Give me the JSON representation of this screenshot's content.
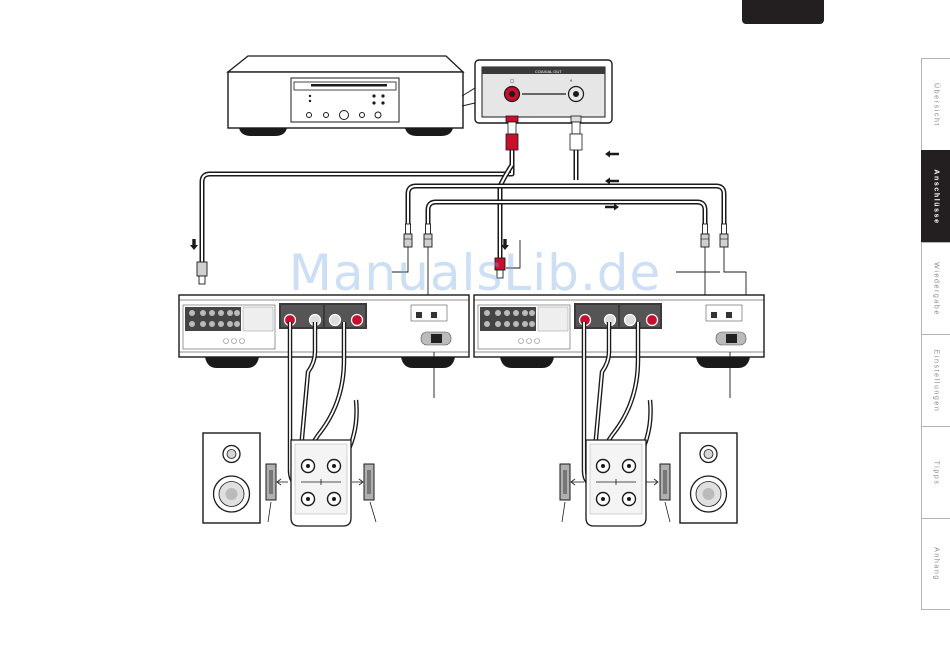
{
  "watermark": "ManualsLib.de",
  "side_nav": {
    "tabs": [
      {
        "label": "Übersicht",
        "active": false
      },
      {
        "label": "Anschlüsse",
        "active": true
      },
      {
        "label": "Wiedergabe",
        "active": false
      },
      {
        "label": "Einstellungen",
        "active": false
      },
      {
        "label": "Tipps",
        "active": false
      },
      {
        "label": "Anhang",
        "active": false
      }
    ]
  },
  "colors": {
    "ink": "#1a1a1a",
    "tab_active": "#231f20",
    "cable_red": "#c8102e",
    "watermark": "#78aae6"
  },
  "diagram": {
    "source_inset_label": "COAXIAL OUT",
    "arrows": [
      "arrow-left",
      "arrow-left",
      "arrow-right",
      "arrow-down",
      "arrow-down"
    ]
  }
}
